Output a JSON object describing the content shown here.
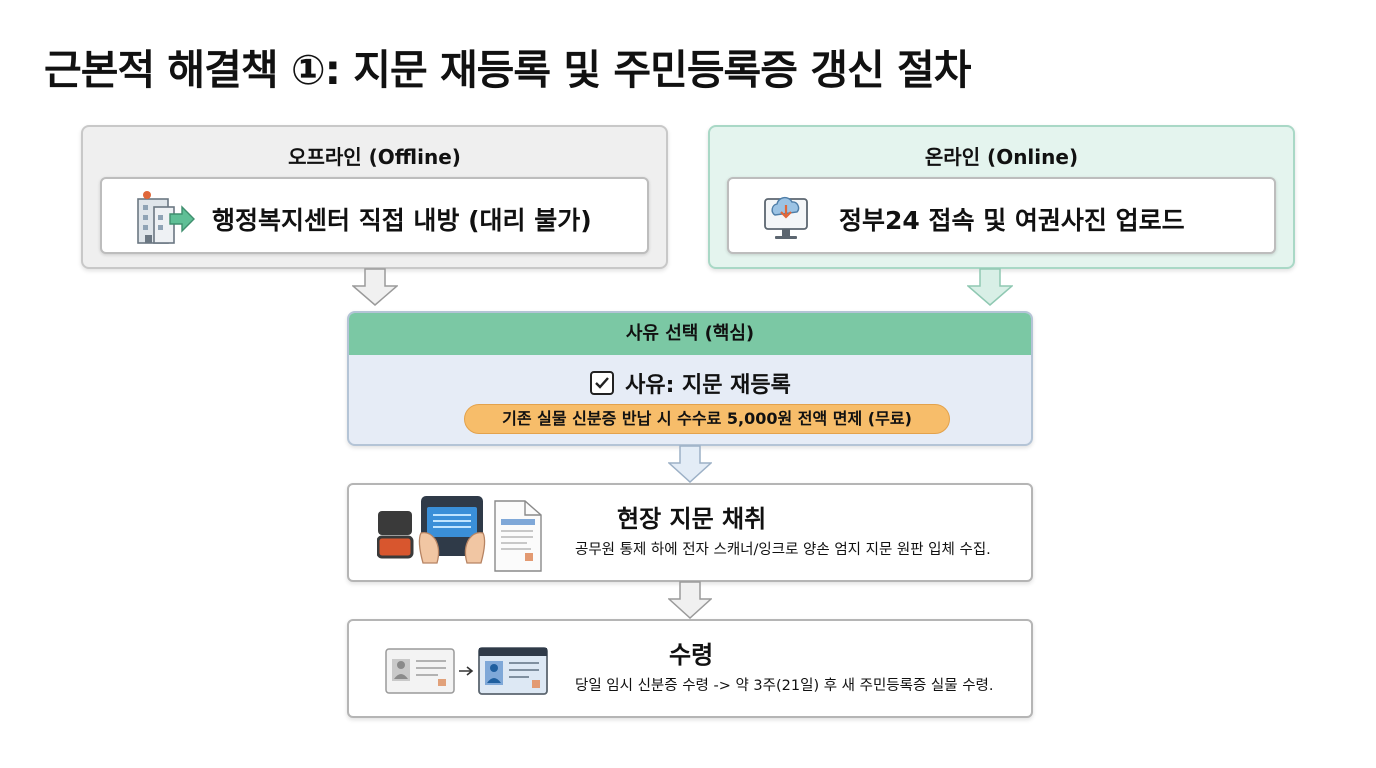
{
  "title": "근본적 해결책 ①: 지문 재등록 및 주민등록증 갱신 절차",
  "offline": {
    "heading": "오프라인 (Offline)",
    "text": "행정복지센터 직접 내방 (대리 불가)",
    "icon": "government-building-icon"
  },
  "online": {
    "heading": "온라인 (Online)",
    "text": "정부24 접속 및 여권사진 업로드",
    "icon": "cloud-upload-monitor-icon"
  },
  "reason": {
    "heading": "사유 선택 (핵심)",
    "choice": "사유: 지문 재등록",
    "note": "기존 실물 신분증 반납 시 수수료 5,000원 전액 면제 (무료)",
    "icon": "checkbox-checked-icon"
  },
  "capture": {
    "heading": "현장 지문 채취",
    "desc": "공무원 통제 하에 전자 스캐너/잉크로 양손 엄지 지문 원판 입체 수집.",
    "icon": "fingerprint-scanner-icon"
  },
  "receive": {
    "heading": "수령",
    "desc": "당일 임시 신분증 수령 -> 약 3주(21일) 후 새 주민등록증 실물 수령.",
    "arrow_symbol": "→",
    "icon": "id-card-icon"
  },
  "colors": {
    "online_bg": "#e4f4ee",
    "reason_header": "#7bc8a4",
    "reason_bg": "#e6ecf6",
    "pill": "#f7bd6a",
    "offline_bg": "#efefef"
  }
}
